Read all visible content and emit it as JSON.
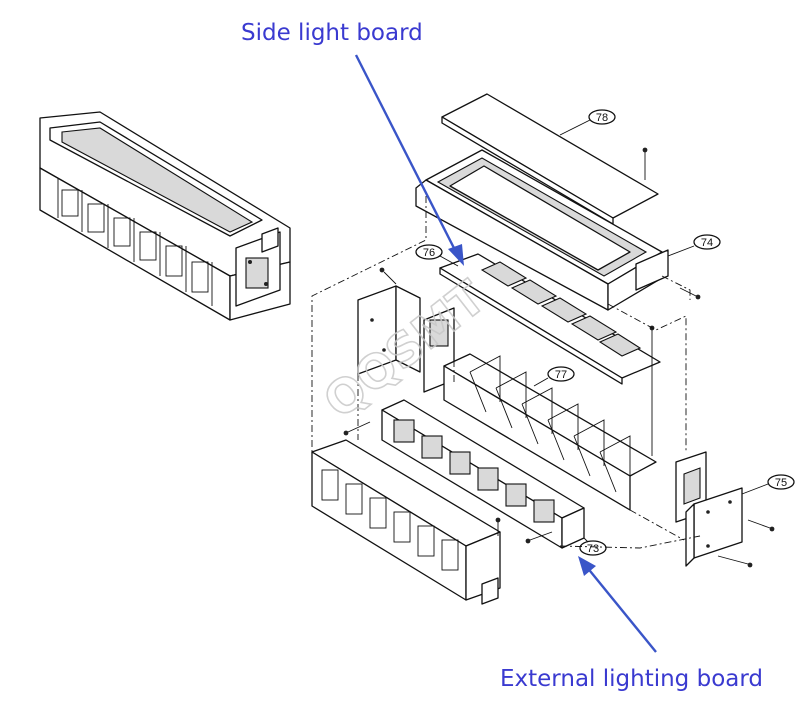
{
  "callouts": {
    "side_light_board": "Side light board",
    "external_lighting_board": "External lighting board"
  },
  "part_numbers": [
    "78",
    "74",
    "76",
    "77",
    "75",
    "73"
  ],
  "watermark": "QQSMT",
  "colors": {
    "callout_text": "#3a3ad0",
    "arrow": "#3a55c8",
    "line_art": "#111111"
  }
}
